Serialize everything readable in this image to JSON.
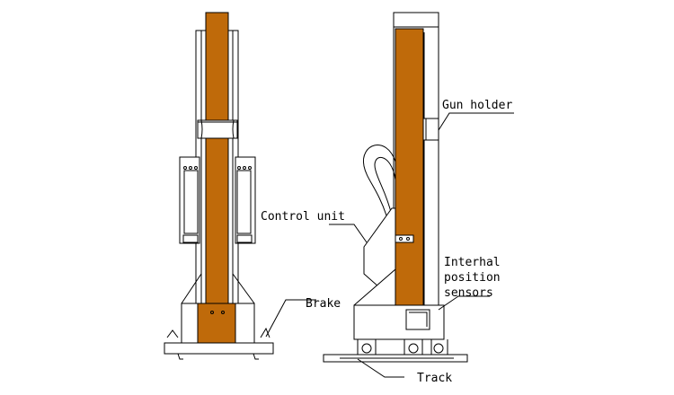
{
  "labels": {
    "gun_holder": "Gun holder",
    "control_unit": "Control unit",
    "internal_position_line1": "Interhal",
    "internal_position_line2": "position",
    "internal_position_line3": "sensors",
    "brake": "Brake",
    "track": "Track"
  },
  "colors": {
    "column": "#bf6a0a",
    "line": "#000000",
    "background": "#ffffff"
  }
}
